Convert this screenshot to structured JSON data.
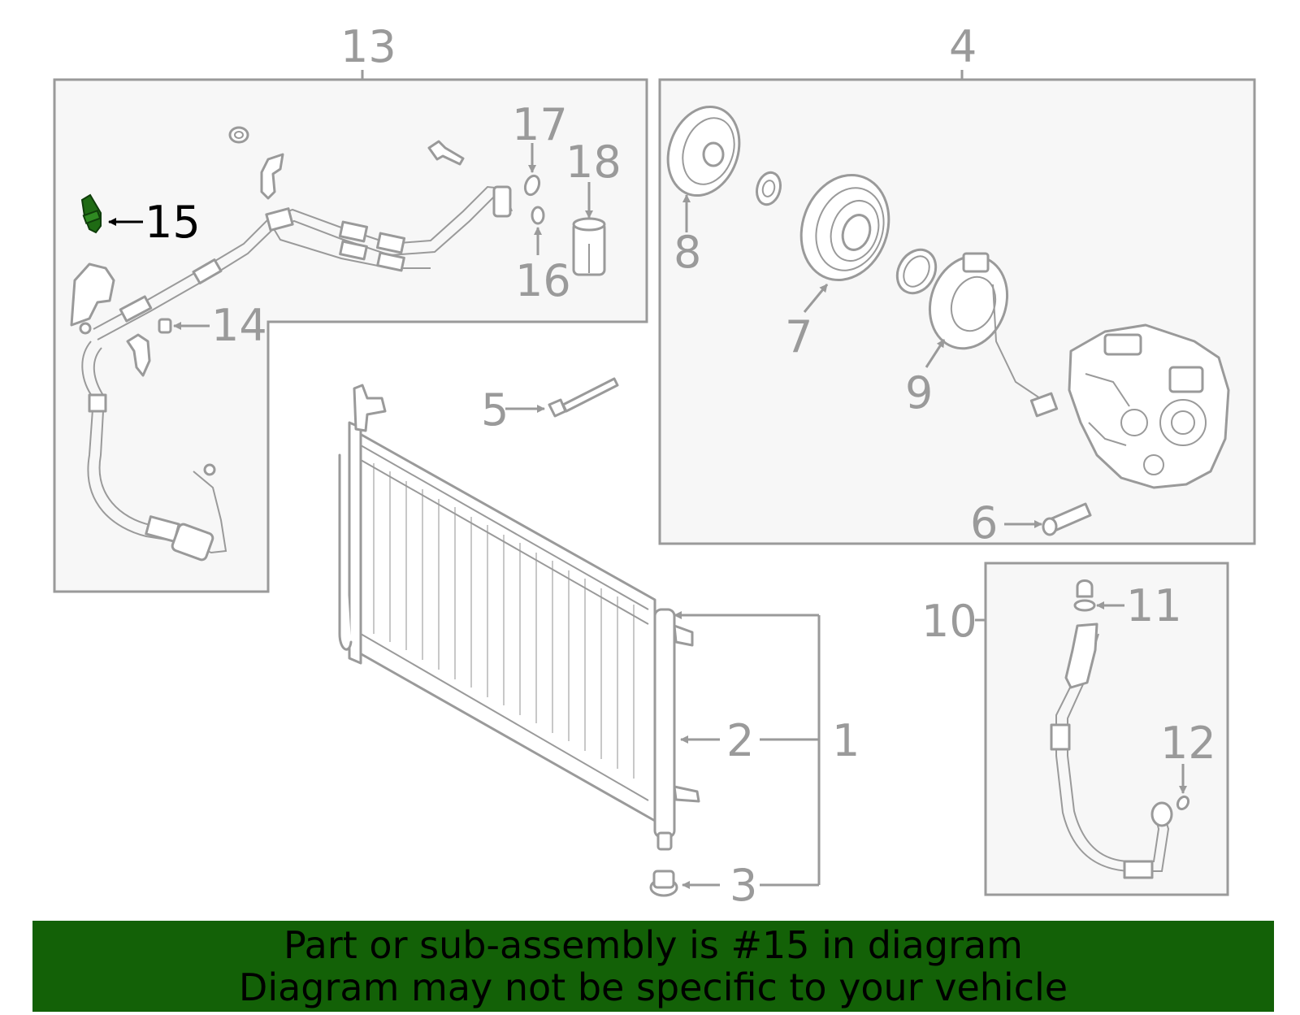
{
  "callouts": {
    "p1": "1",
    "p2": "2",
    "p3": "3",
    "p4": "4",
    "p5": "5",
    "p6": "6",
    "p7": "7",
    "p8": "8",
    "p9": "9",
    "p10": "10",
    "p11": "11",
    "p12": "12",
    "p13": "13",
    "p14": "14",
    "p15": "15",
    "p16": "16",
    "p17": "17",
    "p18": "18"
  },
  "highlight": {
    "part": "15",
    "color": "#1f6b14"
  },
  "colors": {
    "banner": "#136107",
    "line": "#9a9a9a",
    "panel": "#f7f7f7"
  },
  "banner": {
    "line1": "Part or sub-assembly is #15 in diagram",
    "line2": "Diagram may not be specific to your vehicle"
  }
}
